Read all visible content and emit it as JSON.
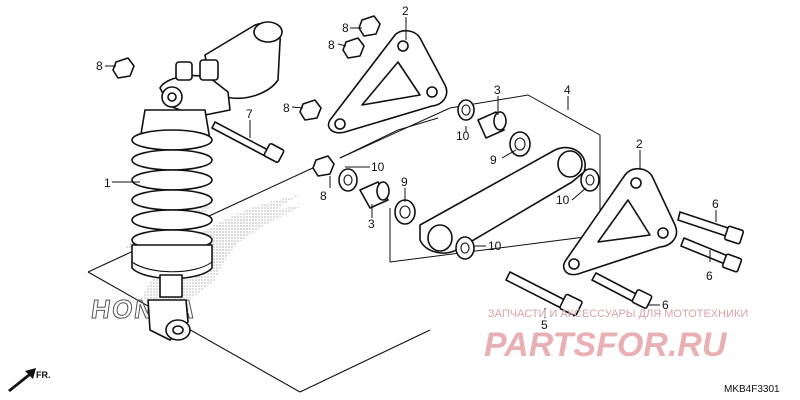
{
  "diagram": {
    "code": "MKB4F3301",
    "direction": "FR.",
    "brand_logo": "HONDA",
    "labels": {
      "p1": "1",
      "p2a": "2",
      "p2b": "2",
      "p3a": "3",
      "p3b": "3",
      "p4": "4",
      "p5": "5",
      "p6a": "6",
      "p6b": "6",
      "p6c": "6",
      "p7": "7",
      "p8a": "8",
      "p8b": "8",
      "p8c": "8",
      "p8d": "8",
      "p8e": "8",
      "p9a": "9",
      "p9b": "9",
      "p10a": "10",
      "p10b": "10",
      "p10c": "10",
      "p10d": "10"
    }
  },
  "watermark": {
    "tagline": "ЗАПЧАСТИ И АКСЕССУАРЫ ДЛЯ МОТОТЕХНИКИ",
    "brand": "PARTSFOR.RU"
  },
  "colors": {
    "line": "#111111",
    "watermark": "#e9b0b4",
    "stipple": "#9a9a9a"
  }
}
